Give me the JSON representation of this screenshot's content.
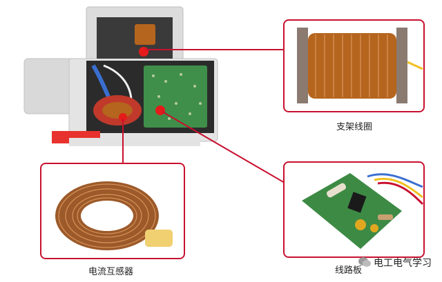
{
  "labels": {
    "bracket_coil": "支架线圈",
    "current_transformer": "电流互感器",
    "circuit_board": "线路板"
  },
  "watermark": {
    "text": "电工电气学习",
    "icon": "wechat-icon"
  },
  "colors": {
    "accent": "#c8102e",
    "copper": "#b5651d"
  }
}
